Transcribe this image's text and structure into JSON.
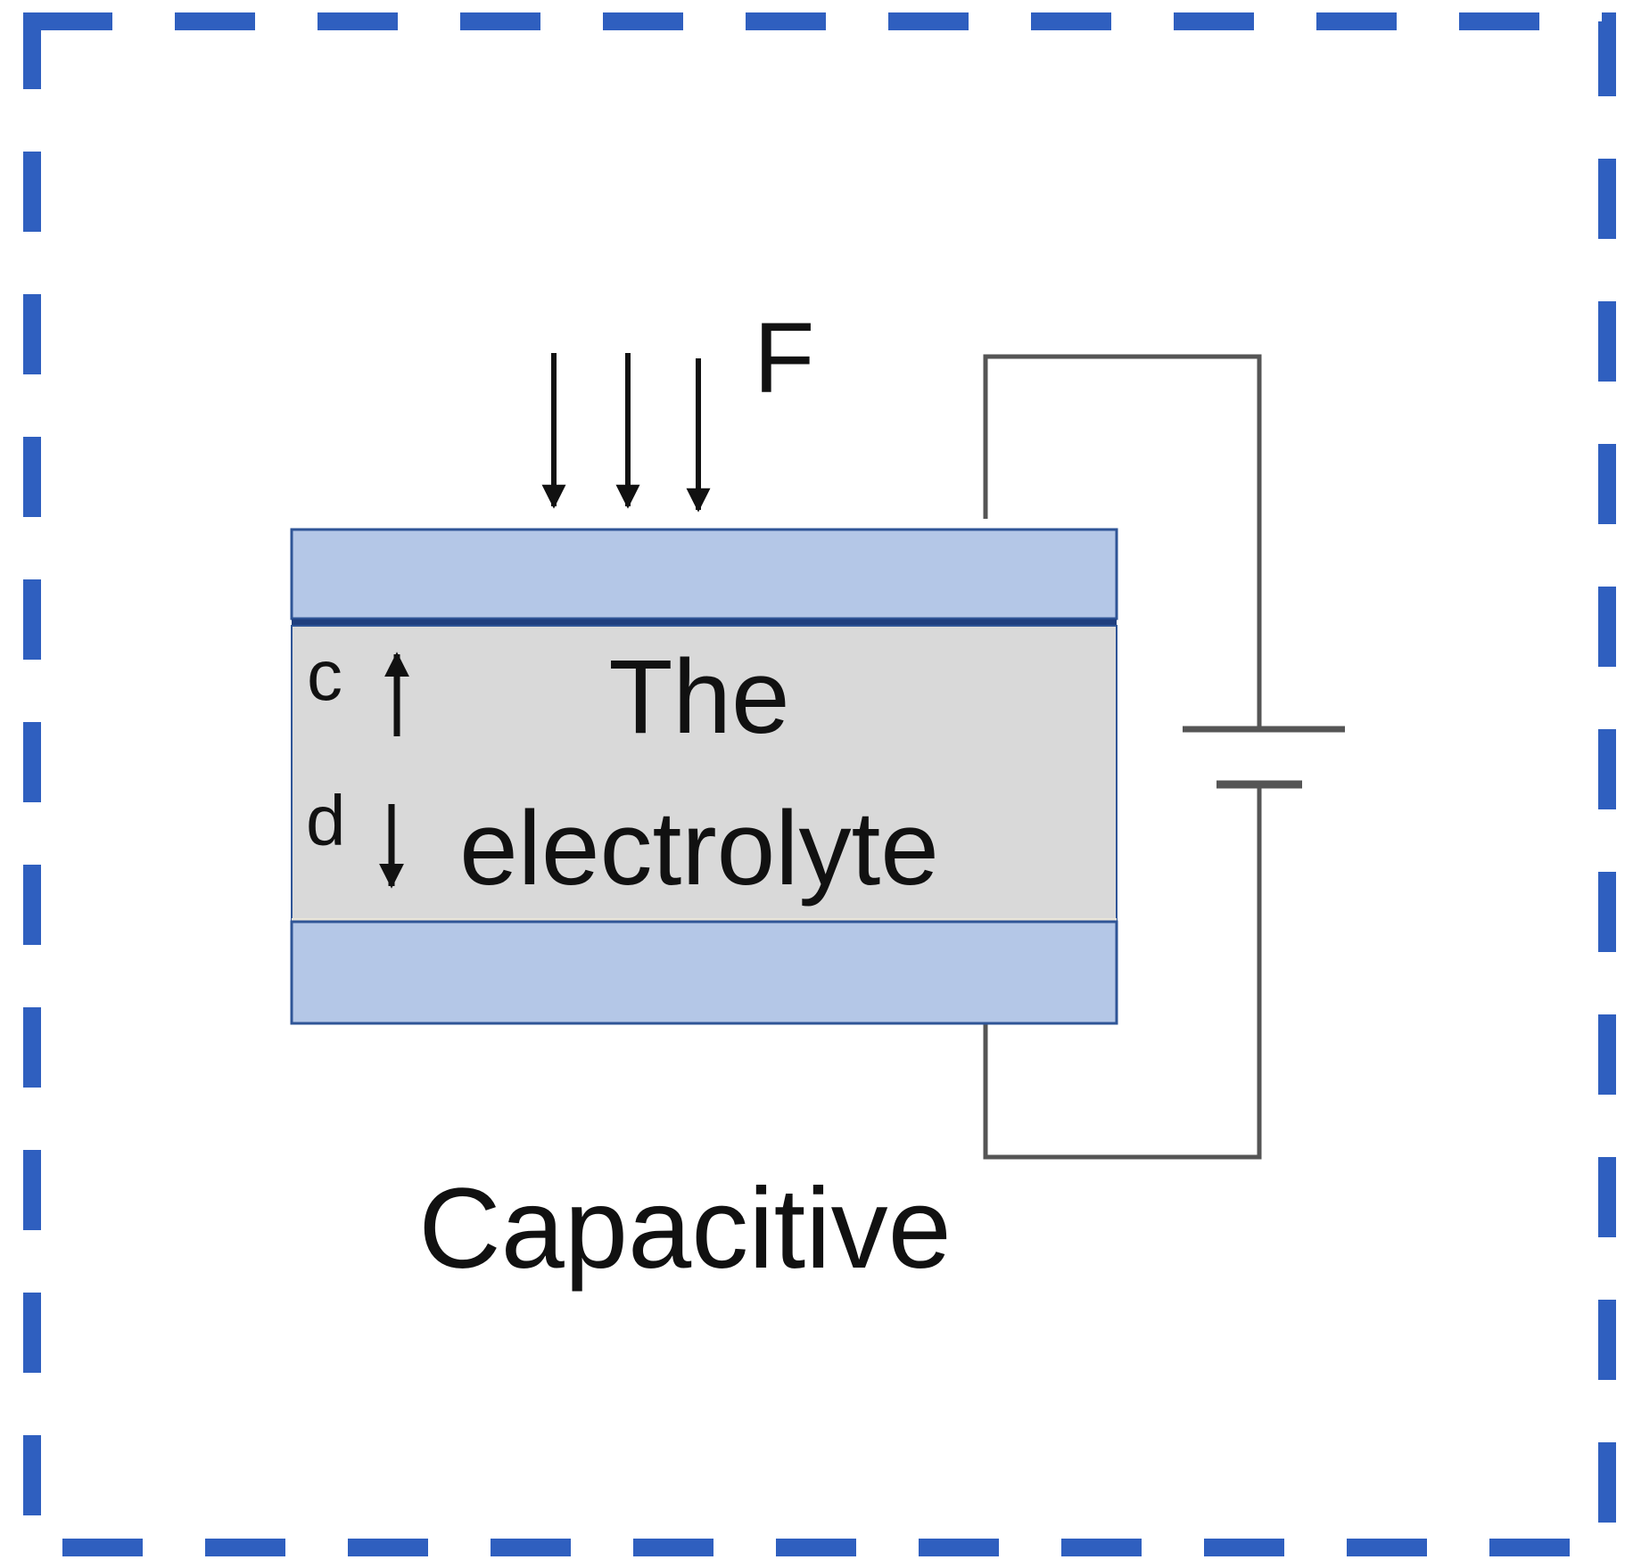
{
  "labels": {
    "force": "F",
    "layer_line1": "The",
    "layer_line2": "electrolyte",
    "c": "c",
    "d": "d",
    "caption": "Capacitive"
  },
  "colors": {
    "frame": "#2f5fbf",
    "electrode_fill": "#b4c7e7",
    "electrode_edge": "#2f5597",
    "electrolyte_fill": "#d9d9d9",
    "wire": "#555555",
    "arrow": "#111111",
    "text": "#111111"
  }
}
